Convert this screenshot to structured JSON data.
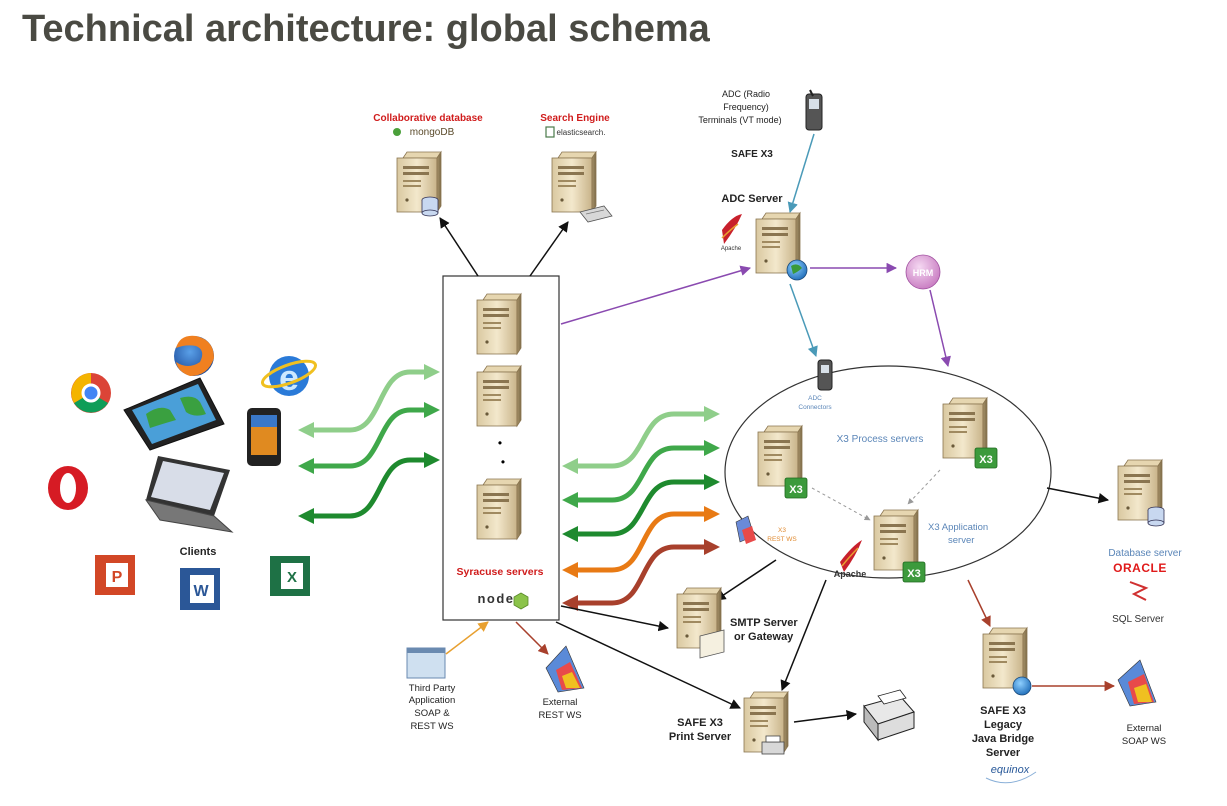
{
  "title": "Technical architecture: global schema",
  "labels": {
    "collab_db": "Collaborative database",
    "mongodb": "mongoDB",
    "search_engine": "Search Engine",
    "elasticsearch": "elasticsearch.",
    "adc_terminals_1": "ADC (Radio",
    "adc_terminals_2": "Frequency)",
    "adc_terminals_3": "Terminals (VT mode)",
    "safe_x3_top": "SAFE X3",
    "adc_server": "ADC Server",
    "apache": "Apache",
    "hrm": "HRM",
    "adc_connectors_1": "ADC",
    "adc_connectors_2": "Connectors",
    "x3_process_servers": "X3 Process servers",
    "x3_rest_1": "X3",
    "x3_rest_2": "REST WS",
    "x3_app_1": "X3 Application",
    "x3_app_2": "server",
    "apache_app": "Apache",
    "x3_badge": "X3",
    "db_server": "Database server",
    "oracle": "ORACLE",
    "sql_server": "SQL Server",
    "clients": "Clients",
    "syracuse_servers": "Syracuse servers",
    "nodejs": "node",
    "smtp_1": "SMTP Server",
    "smtp_2": "or Gateway",
    "third_1": "Third Party",
    "third_2": "Application",
    "third_3": "SOAP &",
    "third_4": "REST WS",
    "ext_rest_1": "External",
    "ext_rest_2": "REST WS",
    "print_1": "SAFE X3",
    "print_2": "Print Server",
    "legacy_1": "SAFE X3",
    "legacy_2": "Legacy",
    "legacy_3": "Java Bridge",
    "legacy_4": "Server",
    "equinox": "equinox",
    "ext_soap_1": "External",
    "ext_soap_2": "SOAP WS",
    "dot": "•",
    "word_letter": "W",
    "excel_letter": "X",
    "ppt_letter": "P",
    "opera_letter": "O",
    "ie_letter": "e"
  },
  "colors": {
    "title": "#4a4a43",
    "label_red": "#d01c1c",
    "label_blue": "#5b86b8",
    "arrow_light_green": "#8fce8a",
    "arrow_green": "#3fa84a",
    "arrow_dark_green": "#1e8a2e",
    "arrow_orange": "#e87a14",
    "arrow_brown": "#a8402c",
    "arrow_purple": "#8a4ab0",
    "arrow_teal": "#4a9ab8",
    "server_light": "#efe2c4",
    "server_dark": "#b5a17a"
  }
}
